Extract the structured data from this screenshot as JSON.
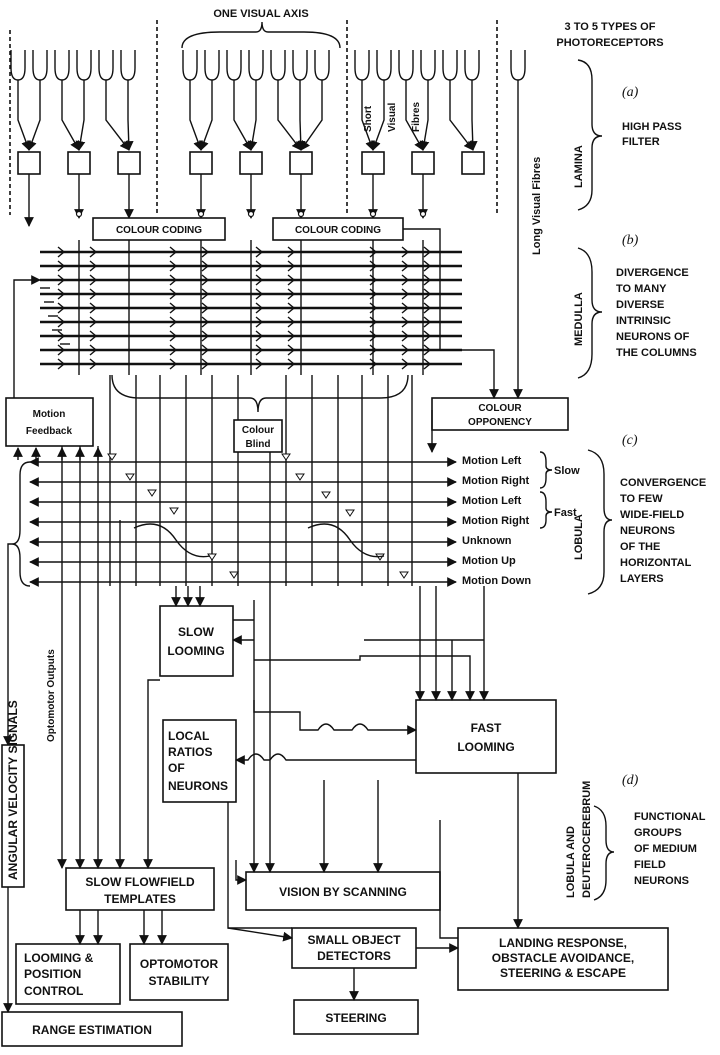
{
  "top": {
    "visual_axis": "ONE VISUAL AXIS",
    "photoreceptors": [
      "3 TO 5 TYPES OF",
      "PHOTORECEPTORS"
    ],
    "short_fibres": [
      "Short",
      "Visual",
      "Fibres"
    ],
    "long_fibres": "Long Visual Fibres"
  },
  "boxes": {
    "colour_coding_1": "COLOUR CODING",
    "colour_coding_2": "COLOUR CODING",
    "motion_feedback": [
      "Motion",
      "Feedback"
    ],
    "colour_blind": [
      "Colour",
      "Blind"
    ],
    "colour_opponency": [
      "COLOUR",
      "OPPONENCY"
    ],
    "slow_looming": [
      "SLOW",
      "LOOMING"
    ],
    "local_ratios": [
      "LOCAL",
      "RATIOS",
      "OF",
      "NEURONS"
    ],
    "fast_looming": [
      "FAST",
      "LOOMING"
    ],
    "angular_velocity": "ANGULAR VELOCITY SIGNALS",
    "slow_flowfield": [
      "SLOW FLOWFIELD",
      "TEMPLATES"
    ],
    "vision_scanning": "VISION BY SCANNING",
    "small_object": [
      "SMALL OBJECT",
      "DETECTORS"
    ],
    "landing": [
      "LANDING RESPONSE,",
      "OBSTACLE AVOIDANCE,",
      "STEERING & ESCAPE"
    ],
    "looming_position": [
      "LOOMING &",
      "POSITION",
      "CONTROL"
    ],
    "optomotor_stability": [
      "OPTOMOTOR",
      "STABILITY"
    ],
    "steering": "STEERING",
    "range_estimation": "RANGE ESTIMATION"
  },
  "motion_outputs": [
    "Motion Left",
    "Motion Right",
    "Motion Left",
    "Motion Right",
    "Unknown",
    "Motion Up",
    "Motion Down"
  ],
  "speed_labels": {
    "slow": "Slow",
    "fast": "Fast"
  },
  "optomotor_outputs": "Optomotor Outputs",
  "regions": {
    "lamina": {
      "tag": "(a)",
      "name": "LAMINA",
      "desc": [
        "HIGH PASS",
        "FILTER"
      ]
    },
    "medulla": {
      "tag": "(b)",
      "name": "MEDULLA",
      "desc": [
        "DIVERGENCE",
        "TO MANY",
        "DIVERSE",
        "INTRINSIC",
        "NEURONS OF",
        "THE COLUMNS"
      ]
    },
    "lobula": {
      "tag": "(c)",
      "name": "LOBULA",
      "desc": [
        "CONVERGENCE",
        "TO FEW",
        "WIDE-FIELD",
        "NEURONS",
        "OF THE",
        "HORIZONTAL",
        "LAYERS"
      ]
    },
    "deuterocerebrum": {
      "tag": "(d)",
      "name": [
        "LOBULA AND",
        "DEUTEROCEREBRUM"
      ],
      "desc": [
        "FUNCTIONAL",
        "GROUPS",
        "OF MEDIUM",
        "FIELD",
        "NEURONS"
      ]
    }
  }
}
